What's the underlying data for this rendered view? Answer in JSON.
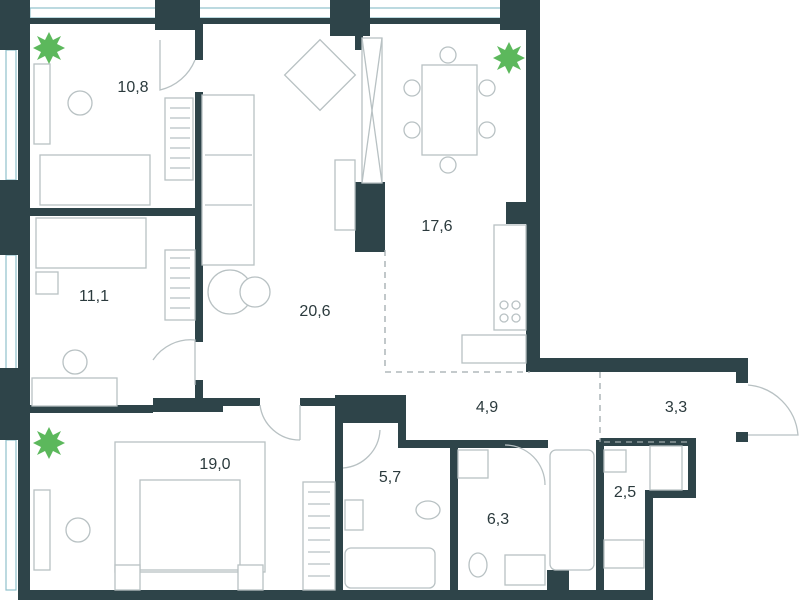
{
  "plan": {
    "rooms": [
      {
        "id": "bedroom-top",
        "area": "10,8"
      },
      {
        "id": "living-room",
        "area": "20,6"
      },
      {
        "id": "kitchen-dining",
        "area": "17,6"
      },
      {
        "id": "bedroom-middle",
        "area": "11,1"
      },
      {
        "id": "hallway",
        "area": "4,9"
      },
      {
        "id": "entrance",
        "area": "3,3"
      },
      {
        "id": "master-bedroom",
        "area": "19,0"
      },
      {
        "id": "bathroom-1",
        "area": "5,7"
      },
      {
        "id": "bathroom-2",
        "area": "6,3"
      },
      {
        "id": "storage",
        "area": "2,5"
      }
    ],
    "colors": {
      "wall": "#2e4449",
      "furniture": "#b8c1c3",
      "window": "#8fc0cc",
      "plant": "#5cb85c",
      "label": "#2b3a3d"
    }
  }
}
